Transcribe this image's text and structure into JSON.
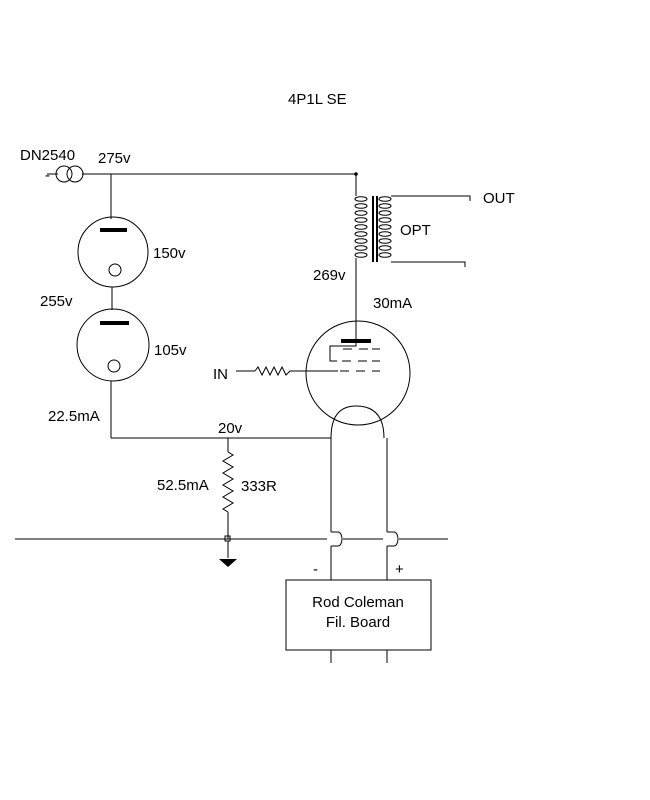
{
  "title": "4P1L SE",
  "labels": {
    "ccs": "DN2540",
    "supply_voltage": "275v",
    "vr_top_voltage": "150v",
    "mid_voltage": "255v",
    "vr_bottom_voltage": "105v",
    "vr_current": "22.5mA",
    "cathode_voltage": "20v",
    "resistor_current": "52.5mA",
    "resistor_value": "333R",
    "output": "OUT",
    "transformer": "OPT",
    "plate_voltage": "269v",
    "plate_current": "30mA",
    "input": "IN",
    "minus": "-",
    "plus": "+",
    "board_line1": "Rod Coleman",
    "board_line2": "Fil. Board"
  }
}
